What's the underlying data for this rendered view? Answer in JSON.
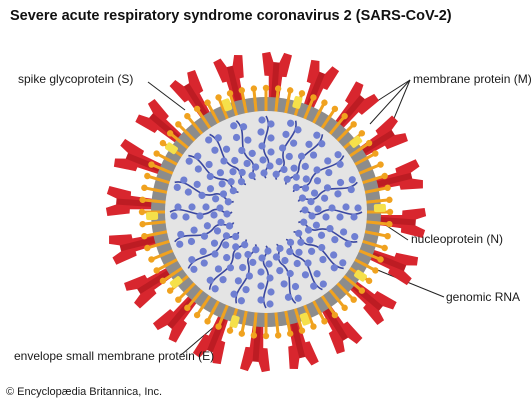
{
  "title": "Severe acute respiratory syndrome coronavirus 2 (SARS-CoV-2)",
  "labels": {
    "spike": "spike glycoprotein (S)",
    "membrane": "membrane protein (M)",
    "nucleoprotein": "nucleoprotein (N)",
    "rna": "genomic RNA",
    "envelope": "envelope small membrane protein (E)"
  },
  "credit": "© Encyclopædia Britannica, Inc.",
  "colors": {
    "spike": "#d8262e",
    "spike_dark": "#a8141c",
    "membrane_ring": "#8c8c8c",
    "membrane_protein": "#f0a21f",
    "envelope": "#f5e04a",
    "interior": "#e4e4e4",
    "nucleoprotein": "#6f7fd2",
    "rna": "#3a47a0"
  }
}
